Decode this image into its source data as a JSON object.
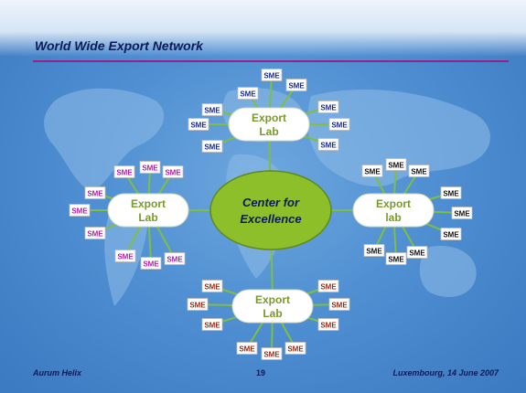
{
  "slide": {
    "title": "World Wide Export Network",
    "footer_left": "Aurum Helix",
    "page_number": "19",
    "footer_right": "Luxembourg, 14 June 2007"
  },
  "colors": {
    "line": "#7fbf3f",
    "center_fill": "#8cbf2a",
    "lab_text": "#7a9a2a",
    "title_rule": "#9b1f86",
    "sme_top": "#1a2a8a",
    "sme_left": "#b01fa8",
    "sme_right": "#111111",
    "sme_bottom": "#a02a10"
  },
  "center": {
    "line1": "Center for",
    "line2": "Excellence"
  },
  "labs": [
    {
      "id": "top",
      "line1": "Export",
      "line2": "Lab"
    },
    {
      "id": "left",
      "line1": "Export",
      "line2": "Lab"
    },
    {
      "id": "right",
      "line1": "Export",
      "line2": "lab"
    },
    {
      "id": "bottom",
      "line1": "Export",
      "line2": "Lab"
    }
  ],
  "sme_label": "SME"
}
